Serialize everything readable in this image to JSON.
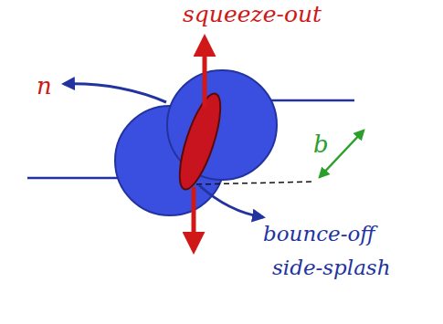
{
  "diagram": {
    "labels": [
      "n",
      "squeeze-out",
      "b",
      "bounce-off",
      "side-splash"
    ]
  }
}
